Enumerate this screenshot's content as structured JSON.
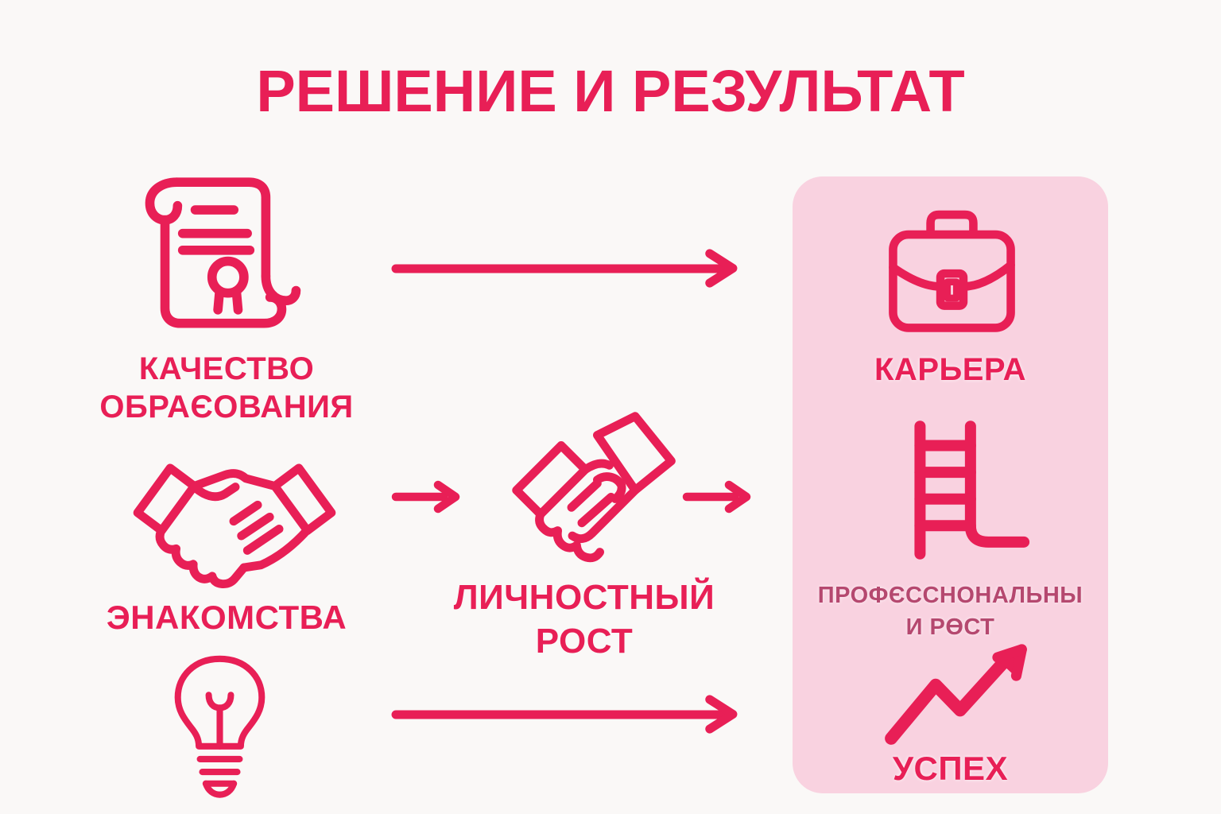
{
  "title": "РЕШЕНИЕ И РЕЗУЛЬТАТ",
  "colors": {
    "accent": "#e81f56",
    "muted_label": "#b5486f",
    "panel_bg": "#f9d2e0",
    "page_bg": "#faf8f7"
  },
  "flow": {
    "sources": [
      {
        "id": "education",
        "icon": "certificate-scroll-icon",
        "label_lines": [
          "КАЧЕСТВО",
          "ОБРАЄОВАНИЯ"
        ]
      },
      {
        "id": "znakomstva",
        "icon": "handshake-icon",
        "label_lines": [
          "ЭНАКОМСТВА"
        ]
      },
      {
        "id": "idea",
        "icon": "lightbulb-icon",
        "label_lines": []
      }
    ],
    "intermediate": {
      "id": "personal-growth",
      "icon": "handshake-icon",
      "label_lines": [
        "ЛИЧНОСТНЫЙ",
        "РОСТ"
      ]
    },
    "results": [
      {
        "id": "career",
        "icon": "briefcase-icon",
        "label": "КАРЬЕРА"
      },
      {
        "id": "professional-growth",
        "icon": "ladder-icon",
        "label_lines": [
          "ПРОФЄССНОНАЛЬНЫ",
          "И РӨСТ"
        ]
      },
      {
        "id": "success",
        "icon": "trending-up-arrow-icon",
        "label": "УСПЕХ"
      }
    ],
    "arrows": [
      {
        "id": "education-to-career",
        "direction": "right",
        "length": "long"
      },
      {
        "id": "znakomstva-to-personal-growth",
        "direction": "right",
        "length": "short"
      },
      {
        "id": "personal-growth-to-professional-growth",
        "direction": "right",
        "length": "short"
      },
      {
        "id": "idea-to-success",
        "direction": "right",
        "length": "long"
      }
    ]
  }
}
